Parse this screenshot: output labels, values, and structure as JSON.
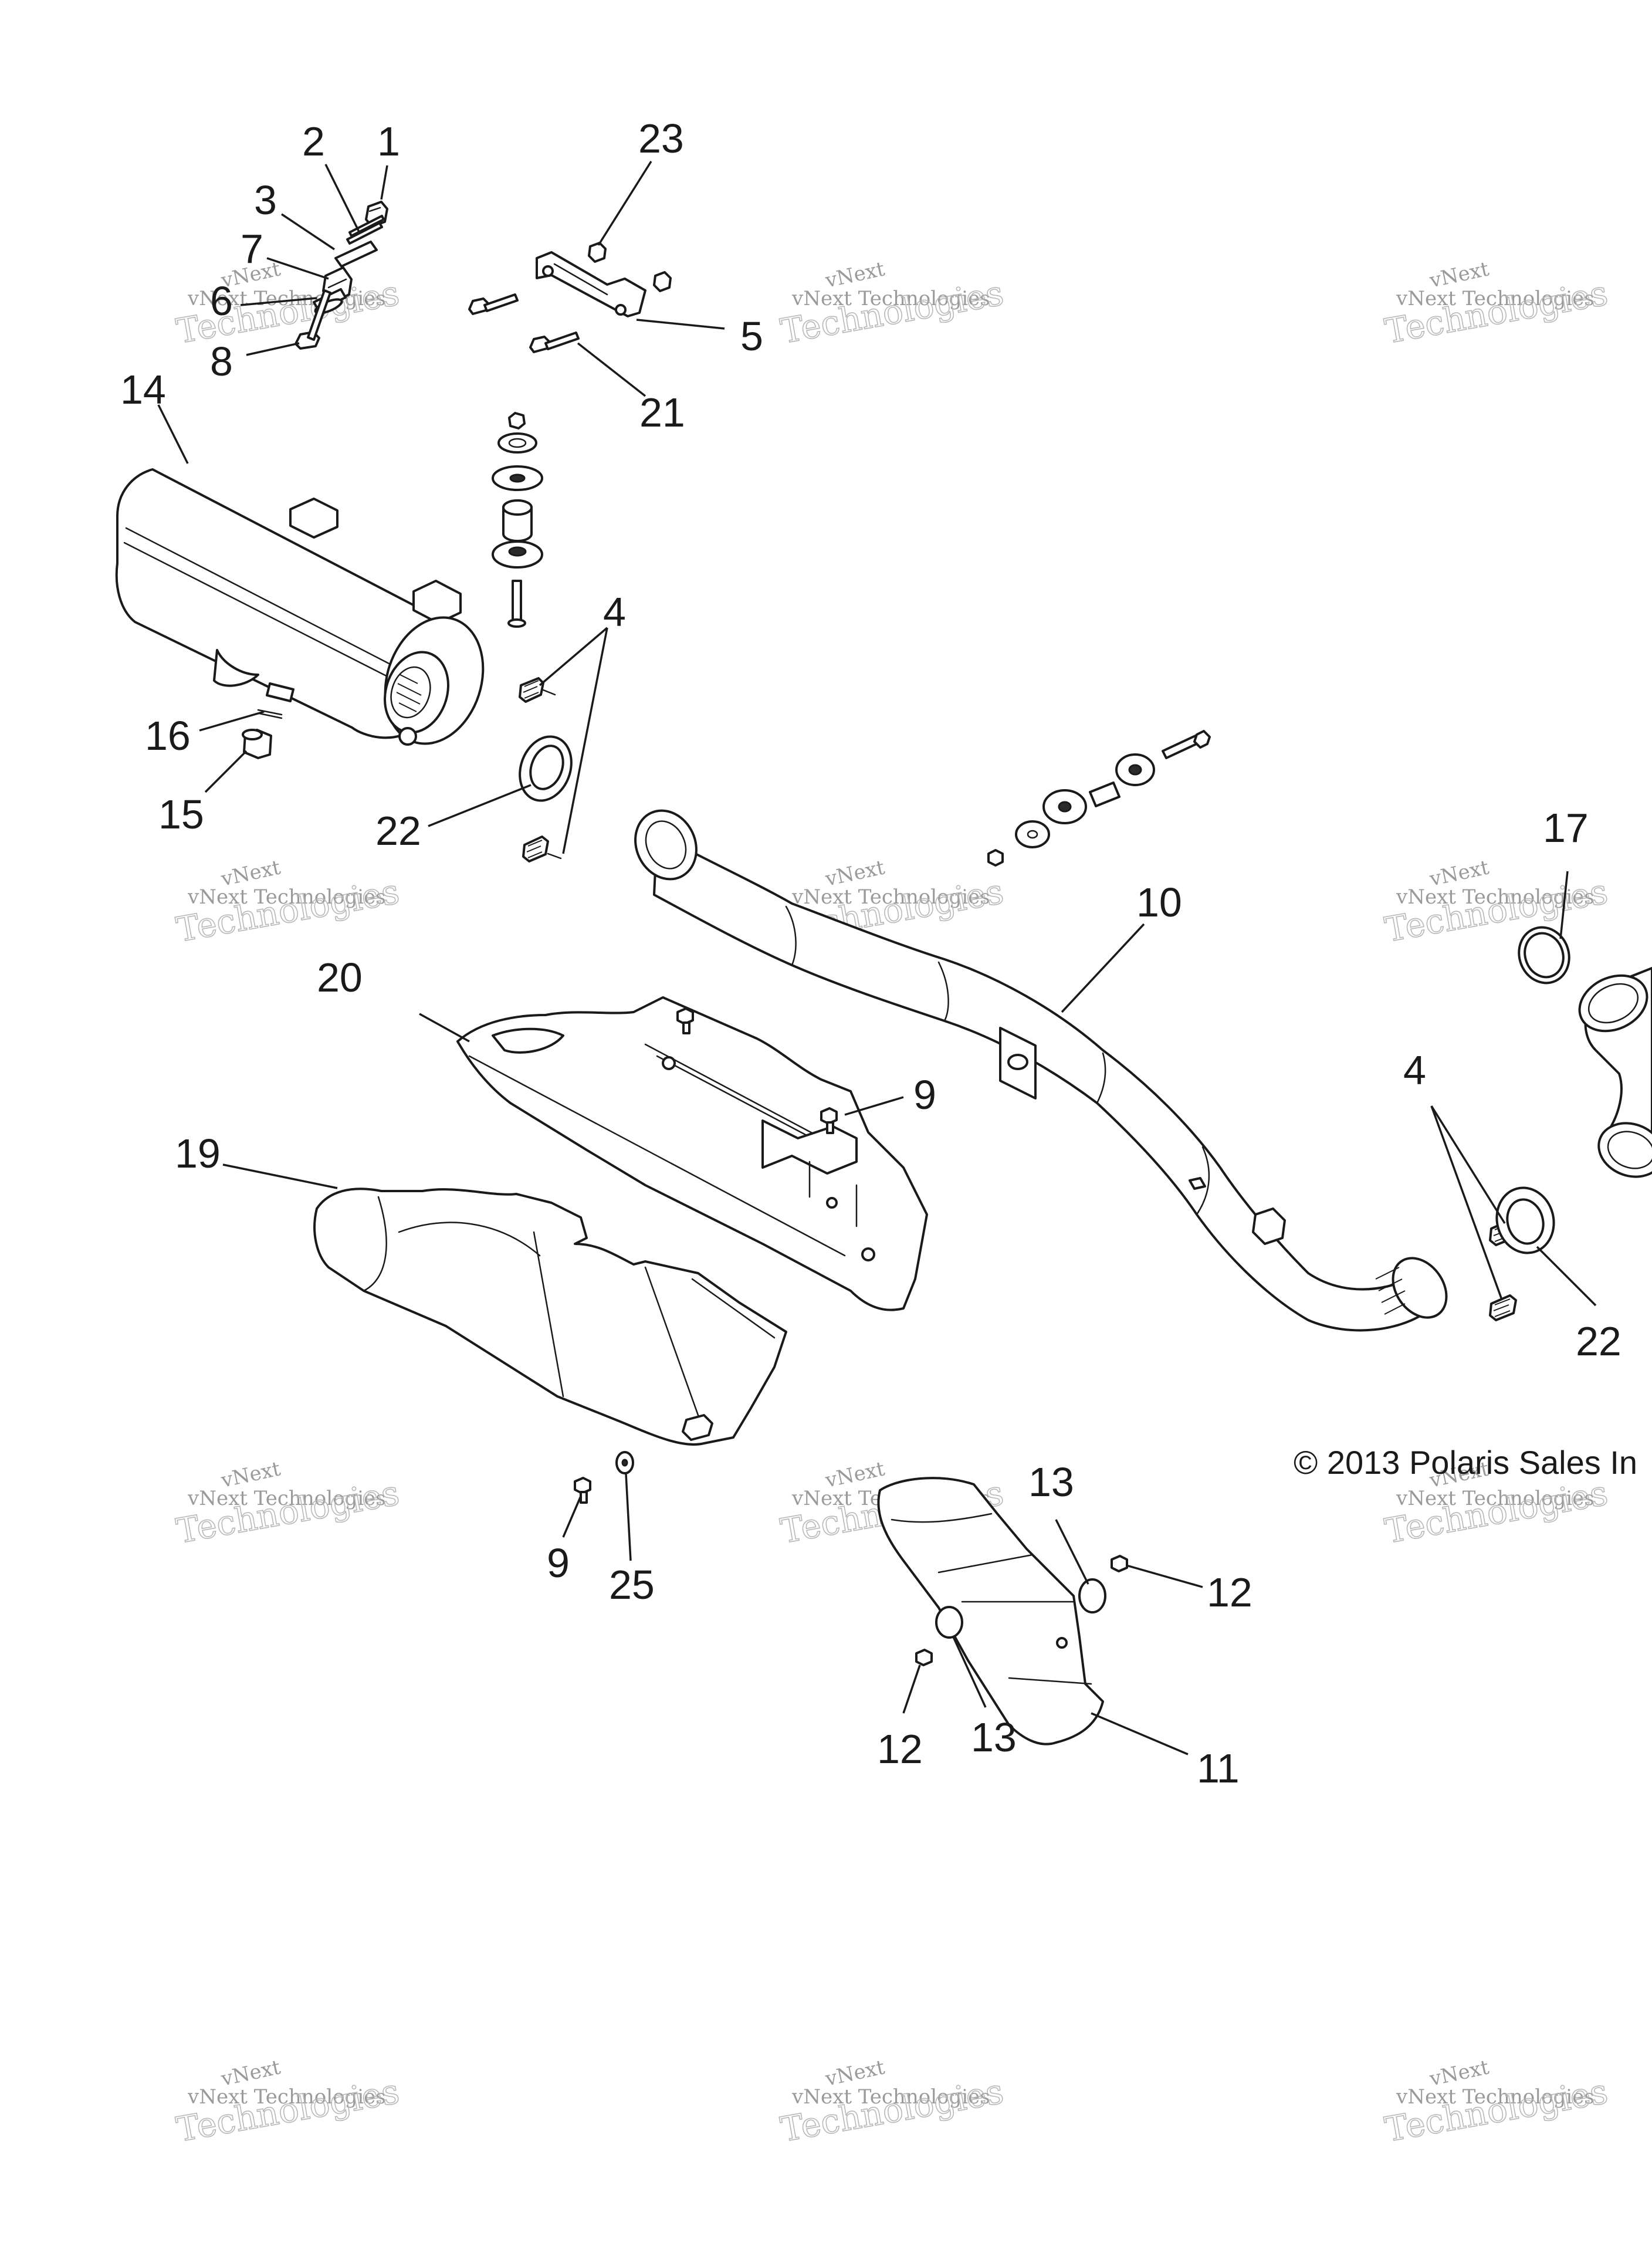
{
  "callouts": {
    "c1": "1",
    "c2": "2",
    "c3": "3",
    "c7": "7",
    "c6": "6",
    "c8": "8",
    "c23": "23",
    "c5": "5",
    "c21": "21",
    "c14": "14",
    "c4a": "4",
    "c16": "16",
    "c15": "15",
    "c22a": "22",
    "c17": "17",
    "c10": "10",
    "c20": "20",
    "c19": "19",
    "c9a": "9",
    "c4b": "4",
    "c22b": "22",
    "c13a": "13",
    "c12a": "12",
    "c9b": "9",
    "c25": "25",
    "c12b": "12",
    "c13b": "13",
    "c11": "11"
  },
  "copyright": "© 2013 Polaris Sales In",
  "watermark": {
    "line1": "vNext",
    "line2": "vNext Technologies",
    "line3": "Technologies"
  }
}
